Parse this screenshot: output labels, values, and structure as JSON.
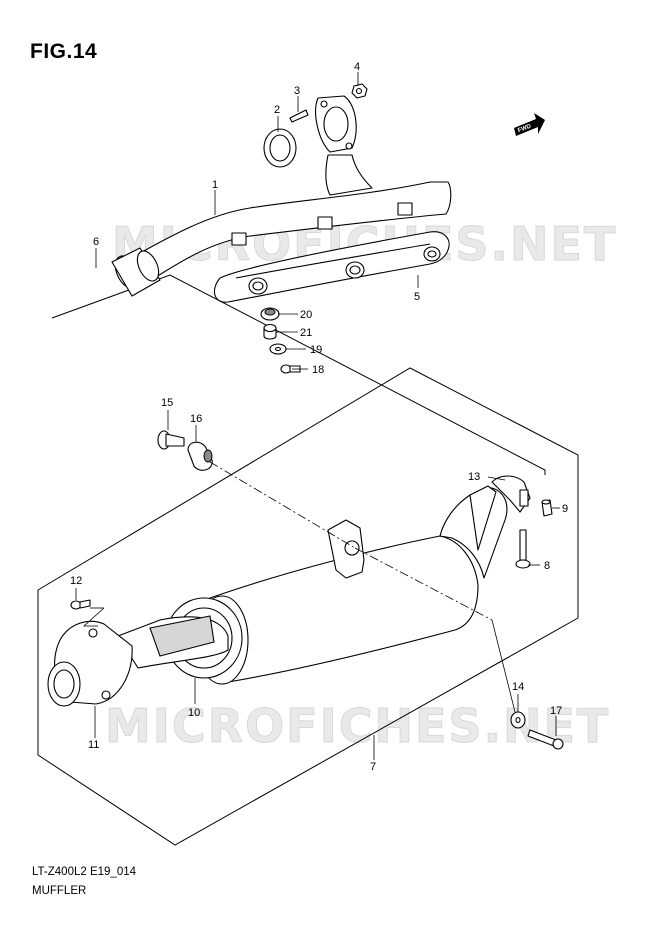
{
  "figure": {
    "title": "FIG.14",
    "code": "LT-Z400L2 E19_014",
    "name": "MUFFLER"
  },
  "watermark": "MICROFICHES.NET",
  "fwd_label": "FWD",
  "callouts": [
    "1",
    "2",
    "3",
    "4",
    "5",
    "6",
    "7",
    "8",
    "9",
    "10",
    "11",
    "12",
    "13",
    "14",
    "15",
    "16",
    "17",
    "18",
    "19",
    "20",
    "21"
  ]
}
